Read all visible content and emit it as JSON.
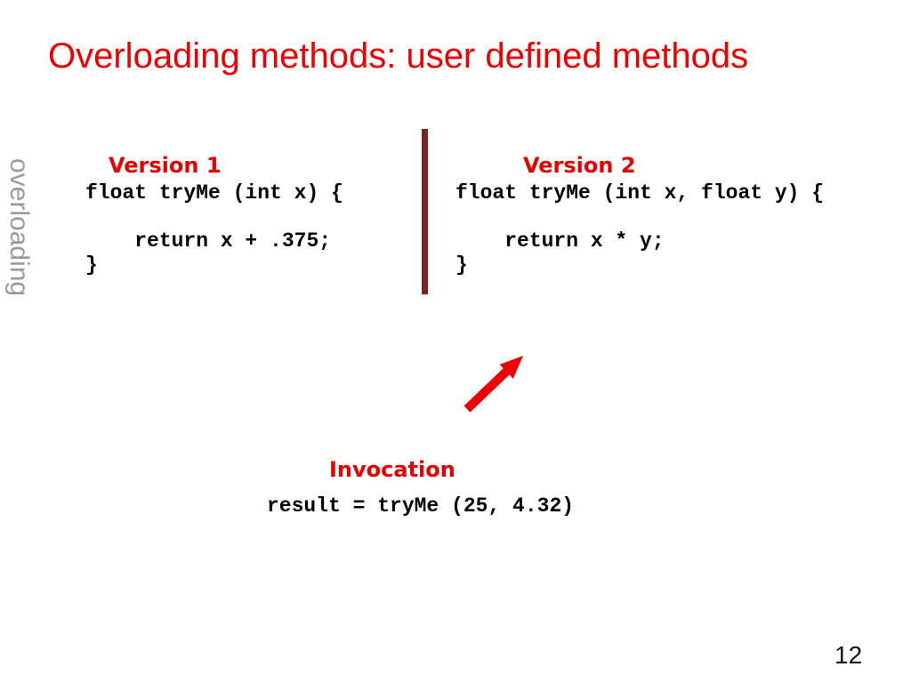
{
  "slide": {
    "title": "Overloading methods: user defined methods",
    "side_label": "overloading",
    "page_number": "12",
    "colors": {
      "title_red": "#f10000",
      "heading_red": "#e80000",
      "divider_maroon": "#7a2323",
      "side_label_gray": "#9a9a9a",
      "arrow_red": "#ee0000",
      "code_black": "#000000",
      "background": "#ffffff"
    },
    "version1": {
      "heading": "Version 1",
      "code_lines": {
        "0": "float tryMe (int x) {",
        "1": "",
        "2": "    return x + .375;",
        "3": "}"
      }
    },
    "version2": {
      "heading": "Version 2",
      "code_lines": {
        "0": "float tryMe (int x, float y) {",
        "1": "",
        "2": "    return x * y;",
        "3": "}"
      }
    },
    "invocation": {
      "heading": "Invocation",
      "code": "result = tryMe (25, 4.32)"
    },
    "icons": {
      "arrow": "up-right-arrow-icon"
    }
  }
}
